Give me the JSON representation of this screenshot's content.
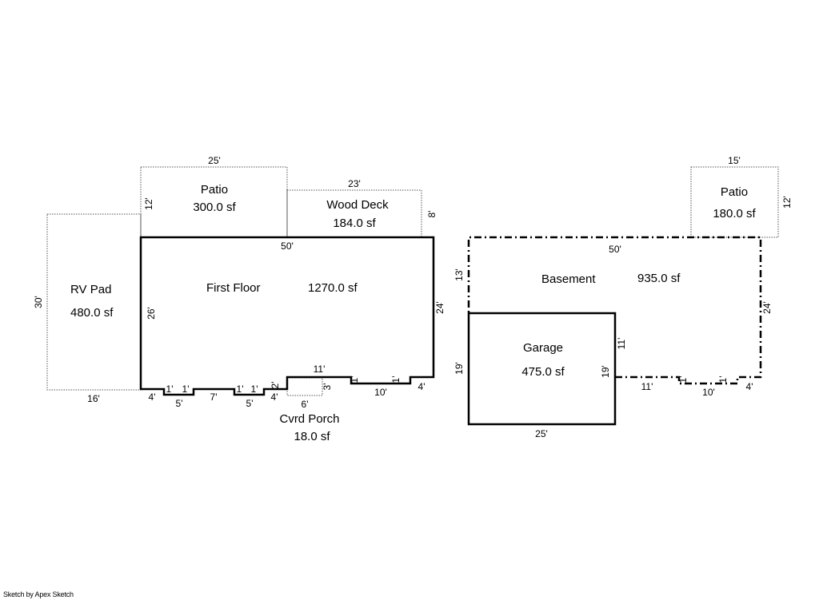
{
  "areas": {
    "rv_pad": {
      "name": "RV Pad",
      "area": "480.0 sf"
    },
    "patio_left": {
      "name": "Patio",
      "area": "300.0 sf"
    },
    "wood_deck": {
      "name": "Wood Deck",
      "area": "184.0 sf"
    },
    "first_floor": {
      "name": "First Floor",
      "area": "1270.0 sf"
    },
    "cvrd_porch": {
      "name": "Cvrd Porch",
      "area": "18.0 sf"
    },
    "patio_right": {
      "name": "Patio",
      "area": "180.0 sf"
    },
    "basement": {
      "name": "Basement",
      "area": "935.0 sf"
    },
    "garage": {
      "name": "Garage",
      "area": "475.0 sf"
    }
  },
  "dimensions": {
    "rv_height": "30'",
    "rv_width": "16'",
    "patio_left_width": "25'",
    "patio_left_height": "12'",
    "deck_width": "23'",
    "deck_height": "8'",
    "ff_top": "50'",
    "ff_left": "26'",
    "ff_right": "24'",
    "ff_b1": "4'",
    "ff_b2": "1'",
    "ff_b3": "5'",
    "ff_b4": "1'",
    "ff_b5": "7'",
    "ff_b6": "1'",
    "ff_b7": "5'",
    "ff_b8": "1'",
    "ff_b9": "4'",
    "ff_b10": "2'",
    "ff_b11": "11'",
    "ff_b12": "1'",
    "ff_b13": "10'",
    "ff_b14": "1'",
    "ff_b15": "4'",
    "porch_width": "6'",
    "porch_height": "3'",
    "patio_right_width": "15'",
    "patio_right_height": "12'",
    "bs_top": "50'",
    "bs_left": "13'",
    "bs_right": "24'",
    "bs_b1": "11'",
    "bs_b2": "1'",
    "bs_b3": "10'",
    "bs_b4": "1'",
    "bs_b5": "4'",
    "gar_left": "19'",
    "gar_right_lower": "19'",
    "gar_right_upper": "11'",
    "gar_bottom": "25'"
  },
  "footer": {
    "credit": "Sketch by Apex Sketch"
  }
}
